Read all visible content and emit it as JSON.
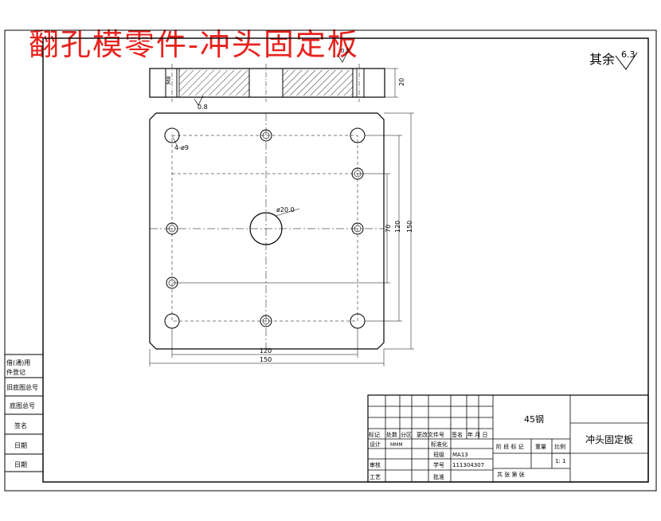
{
  "banner_title": "翻孔模零件-冲头固定板",
  "roughness": {
    "prefix": "其余",
    "value": "6.3"
  },
  "side_view": {
    "thickness": "20",
    "hole_note": "M8",
    "roughness": "0.8",
    "chamfer": "0.8"
  },
  "front_view": {
    "hole_pattern": "4-ø9",
    "center_hole": "ø20.0",
    "dim_v_inner": "70",
    "dim_v_mid": "120",
    "dim_v_outer": "150",
    "dim_h_inner": "120",
    "dim_h_outer": "150"
  },
  "left_block": {
    "row1": "借(通)用",
    "row2": "件登记",
    "row3": "旧底图总号",
    "row4": "底图总号",
    "row5": "签名",
    "row6": "日期",
    "row7": "日期"
  },
  "title_block": {
    "material": "45钢",
    "part_name": "冲头固定板",
    "h_mark": "标记",
    "h_count": "处数",
    "h_zone": "分区",
    "h_doc": "更改文件号",
    "h_sign": "签名",
    "h_ymd": "年 月 日",
    "designer_label": "设计",
    "designer_name": "MMM",
    "standard_label": "标准化",
    "class_label": "班级",
    "class_value": "MA13",
    "stage_label": "阶 段 标 记",
    "weight_label": "重量",
    "scale_label": "比例",
    "scale_value": "1: 1",
    "checker_label": "审核",
    "student_label": "学号",
    "student_value": "111304307",
    "craft_label": "工艺",
    "approve_label": "批准",
    "sheet_info": "共 张  第 张"
  }
}
